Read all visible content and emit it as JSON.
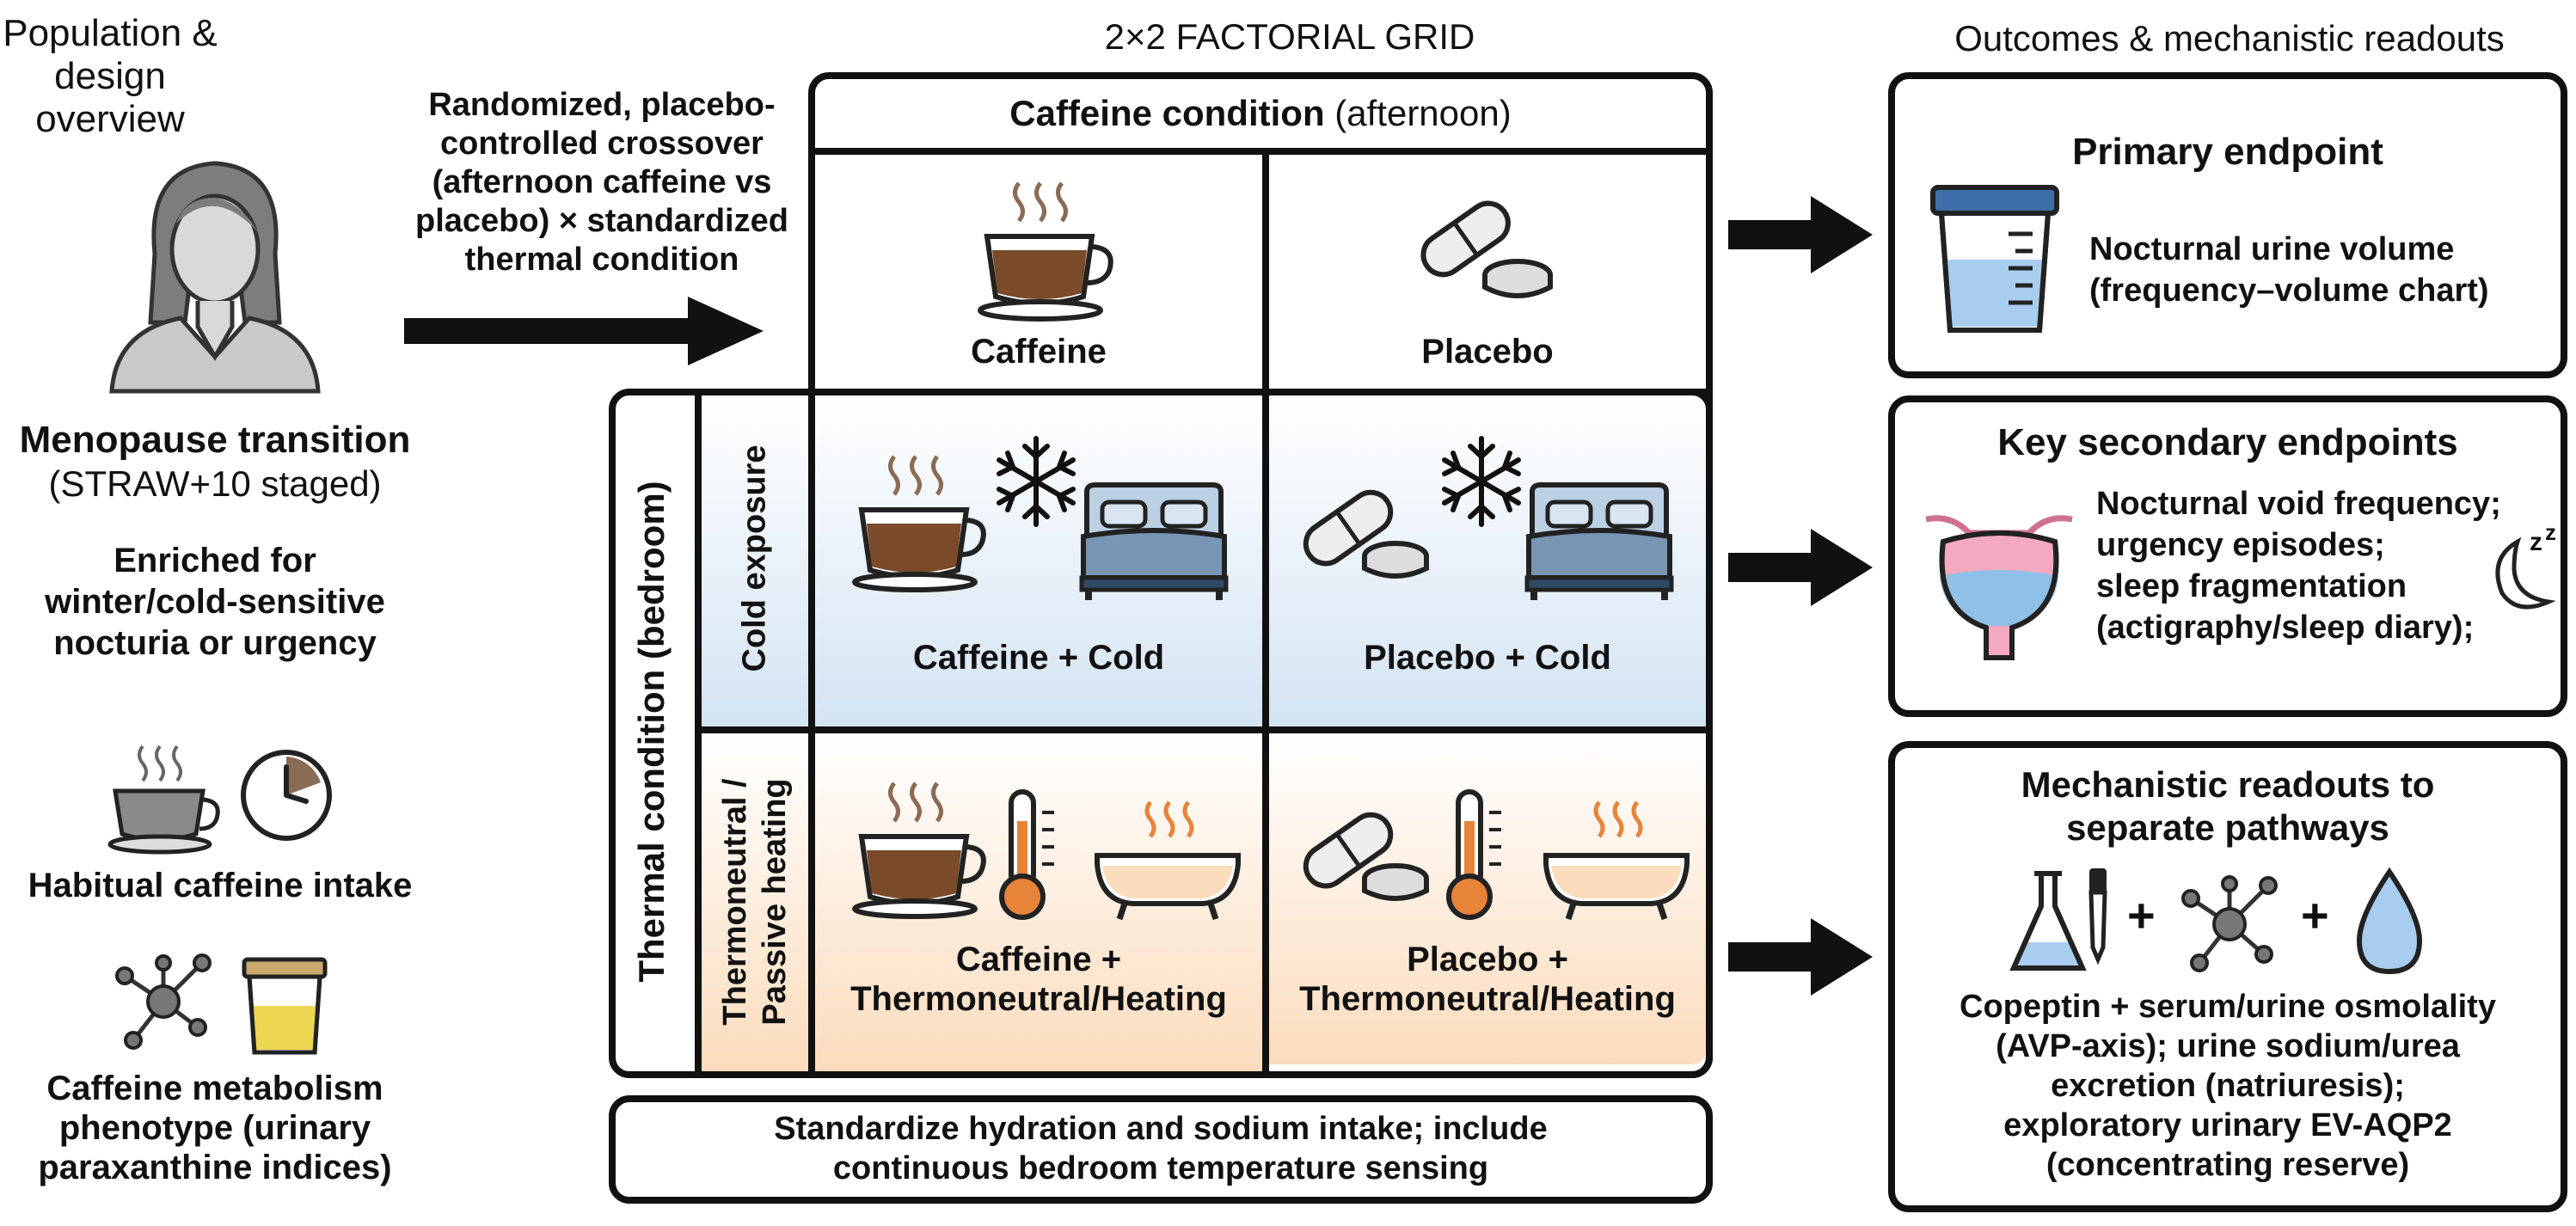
{
  "left": {
    "title": "Population & design\noverview",
    "population_title": "Menopause transition",
    "population_sub": "(STRAW+10 staged)",
    "enriched": "Enriched for\nwinter/cold-sensitive\nnocturia or urgency",
    "habitual": "Habitual caffeine intake",
    "metabolism": "Caffeine metabolism\nphenotype (urinary\nparaxanthine indices)"
  },
  "design_text": "Randomized, placebo-\ncontrolled crossover\n(afternoon caffeine vs\nplacebo) × standardized\nthermal condition",
  "grid": {
    "title": "2×2 FACTORIAL GRID",
    "caffeine_header_bold": "Caffeine condition",
    "caffeine_header_rest": " (afternoon)",
    "col_caffeine": "Caffeine",
    "col_placebo": "Placebo",
    "thermal_header": "Thermal condition (bedroom)",
    "row_cold": "Cold exposure",
    "row_warm": "Thermoneutral /\nPassive heating",
    "cell_caf_cold": "Caffeine + Cold",
    "cell_pla_cold": "Placebo + Cold",
    "cell_caf_warm": "Caffeine +\nThermoneutral/Heating",
    "cell_pla_warm": "Placebo +\nThermoneutral/Heating",
    "footer": "Standardize hydration and sodium intake; include\ncontinuous bedroom temperature sensing"
  },
  "outcomes": {
    "title": "Outcomes & mechanistic readouts",
    "primary_title": "Primary endpoint",
    "primary_text": "Nocturnal urine volume\n(frequency–volume chart)",
    "secondary_title": "Key secondary endpoints",
    "secondary_text": "Nocturnal void frequency;\nurgency episodes;\nsleep fragmentation\n(actigraphy/sleep diary);",
    "mech_title": "Mechanistic readouts to\nseparate pathways",
    "plus": "+",
    "mech_text": "Copeptin + serum/urine osmolality\n(AVP-axis); urine sodium/urea\nexcretion (natriuresis);\nexploratory urinary EV-AQP2\n(concentrating reserve)"
  },
  "colors": {
    "cold": "#d4e4f3",
    "warm": "#fbdcbd",
    "coffee": "#7a4a2a",
    "thermo": "#e8833a",
    "bladder_pink": "#f3a9c0",
    "bladder_blue": "#8fc0e8"
  }
}
